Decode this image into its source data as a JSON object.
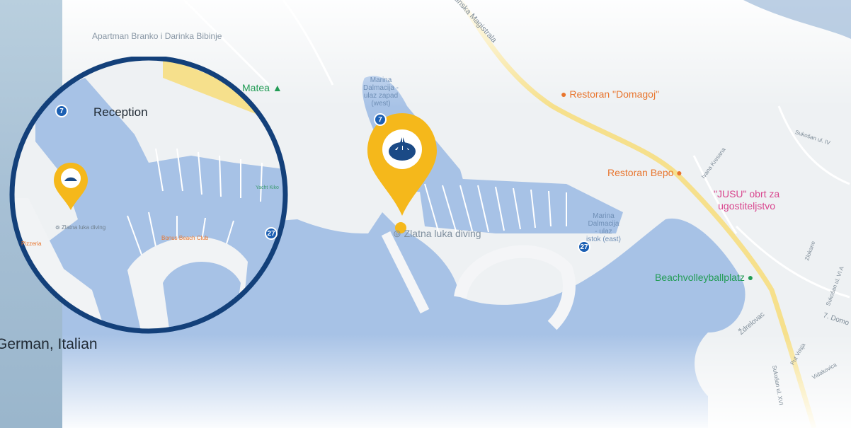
{
  "colors": {
    "water": "#a7c2e6",
    "land": "#eef1f3",
    "road_major": "#f6e08c",
    "pin": "#f5b81b",
    "inset_border": "#13407a"
  },
  "map": {
    "pois": {
      "apartman": "Apartman Branko\ni Darinka Bibinje",
      "matea": "Matea",
      "restoran_domagoj": "Restoran \"Domagoj\"",
      "restoran_bepo": "Restoran Bepo",
      "jusu": "\"JUSU\" obrt za\nugostiteljstvo",
      "beachvolleyball": "Beachvolleyballplatz",
      "zlatna_luka": "Zlatna luka diving",
      "marina_west": "Marina\nDalmacija -\nulaz zapad\n(west)",
      "marina_east": "Marina\nDalmacija\n- ulaz\nistok (east)"
    },
    "roads": {
      "magistrala": "Jadranska Magistrala",
      "sukosan": "Sukošan ul. IV",
      "ivana": "Ivana Kresana",
      "zdrelovac": "Ždrelovac",
      "put_vrisja": "Put Vrisja",
      "zlokane": "Zlokane",
      "domo": "7. Domo",
      "sukosan_vi": "Sukošan ul. VI A",
      "sukosan_xvi": "Sukošan ul. XVI",
      "vidakovica": "Vidakovica"
    },
    "badges": {
      "west": "7",
      "east": "27"
    }
  },
  "inset": {
    "reception": "Reception",
    "zlatna": "Zlatna luka diving",
    "bonus": "Bonus Beach Club",
    "yacht": "Yacht Kiko",
    "badge_top": "7",
    "badge_right": "27",
    "pizzeria": "Pizzeria"
  },
  "caption": "German, Italian",
  "marker_icons": [
    "sailboat-icon",
    "sailboat-icon"
  ]
}
